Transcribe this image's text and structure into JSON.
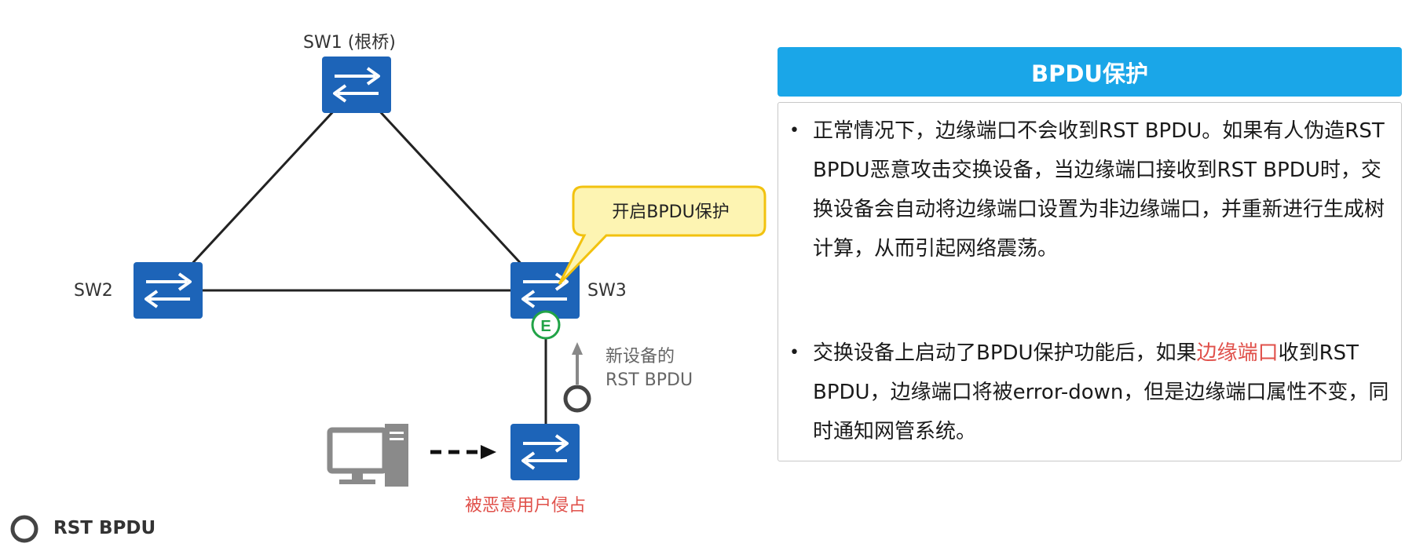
{
  "diagram": {
    "sw1_label": "SW1 (根桥)",
    "sw2_label": "SW2",
    "sw3_label": "SW3",
    "callout": "开启BPDU保护",
    "edge_port_badge": "E",
    "new_device_line1": "新设备的",
    "new_device_line2": "RST BPDU",
    "attacked_label": "被恶意用户侵占",
    "legend_label": "RST BPDU",
    "colors": {
      "switch_blue": "#1d64b8",
      "callout_fill": "#fdf4b2",
      "callout_border": "#f2c20f",
      "badge_green": "#21a347",
      "red_text": "#e0504a",
      "panel_header": "#1aa6e8"
    }
  },
  "panel": {
    "title": "BPDU保护",
    "bullet1": "正常情况下，边缘端口不会收到RST BPDU。如果有人伪造RST BPDU恶意攻击交换设备，当边缘端口接收到RST BPDU时，交换设备会自动将边缘端口设置为非边缘端口，并重新进行生成树计算，从而引起网络震荡。",
    "bullet2_part1": "交换设备上启动了BPDU保护功能后，如果",
    "bullet2_highlight": "边缘端口",
    "bullet2_part2": "收到RST BPDU，边缘端口将被error-down，但是边缘端口属性不变，同时通知网管系统。",
    "bullet_symbol": "•"
  }
}
